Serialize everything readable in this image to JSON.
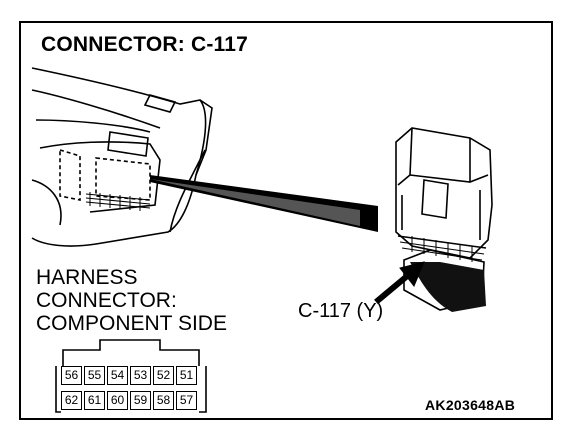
{
  "title": "CONNECTOR: C-117",
  "harness_label": {
    "line1": "HARNESS",
    "line2": "CONNECTOR:",
    "line3": "COMPONENT SIDE"
  },
  "callout": "C-117 (Y)",
  "figure_id": "AK203648AB",
  "pins": {
    "top_row": [
      "56",
      "55",
      "54",
      "53",
      "52",
      "51"
    ],
    "bottom_row": [
      "62",
      "61",
      "60",
      "59",
      "58",
      "57"
    ]
  }
}
